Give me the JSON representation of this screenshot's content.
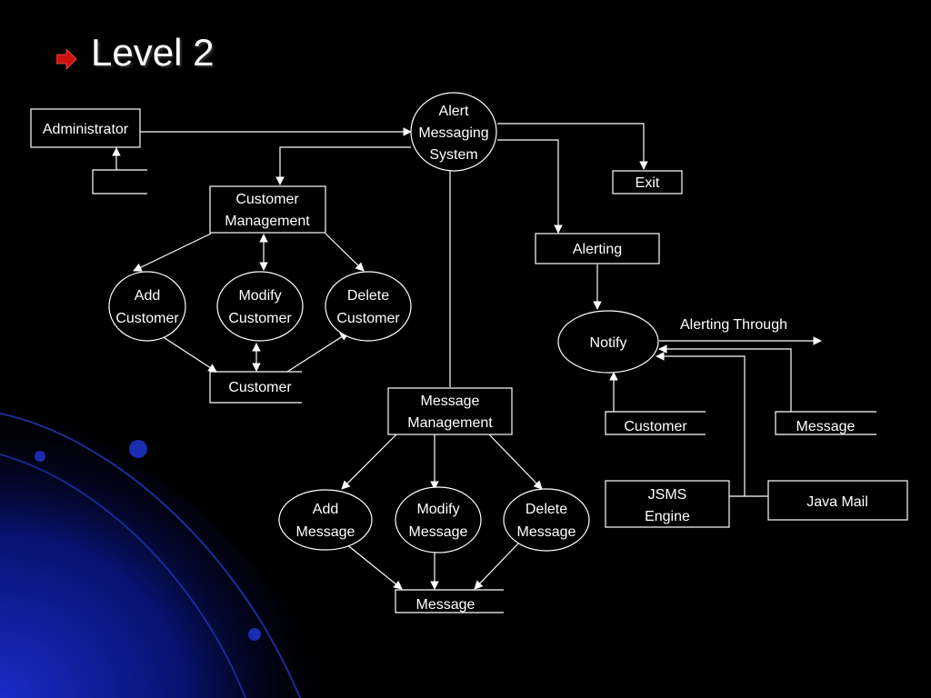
{
  "title": "Level 2",
  "colors": {
    "background": "#000000",
    "accent_swoosh": "#0a1a8a",
    "bullet": "#cc1111"
  },
  "nodes": {
    "administrator": "Administrator",
    "alert_system": [
      "Alert",
      "Messaging",
      "System"
    ],
    "exit": "Exit",
    "customer_management": [
      "Customer",
      "Management"
    ],
    "alerting": "Alerting",
    "add_customer": [
      "Add",
      "Customer"
    ],
    "modify_customer": [
      "Modify",
      "Customer"
    ],
    "delete_customer": [
      "Delete",
      "Customer"
    ],
    "notify": "Notify",
    "alerting_through": "Alerting Through",
    "customer_store": "Customer",
    "message_management": [
      "Message",
      "Management"
    ],
    "customer_source": "Customer",
    "message_source": "Message",
    "jsms_engine": [
      "JSMS",
      "Engine"
    ],
    "java_mail": "Java Mail",
    "add_message": [
      "Add",
      "Message"
    ],
    "modify_message": [
      "Modify",
      "Message"
    ],
    "delete_message": [
      "Delete",
      "Message"
    ],
    "message_store": "Message"
  }
}
